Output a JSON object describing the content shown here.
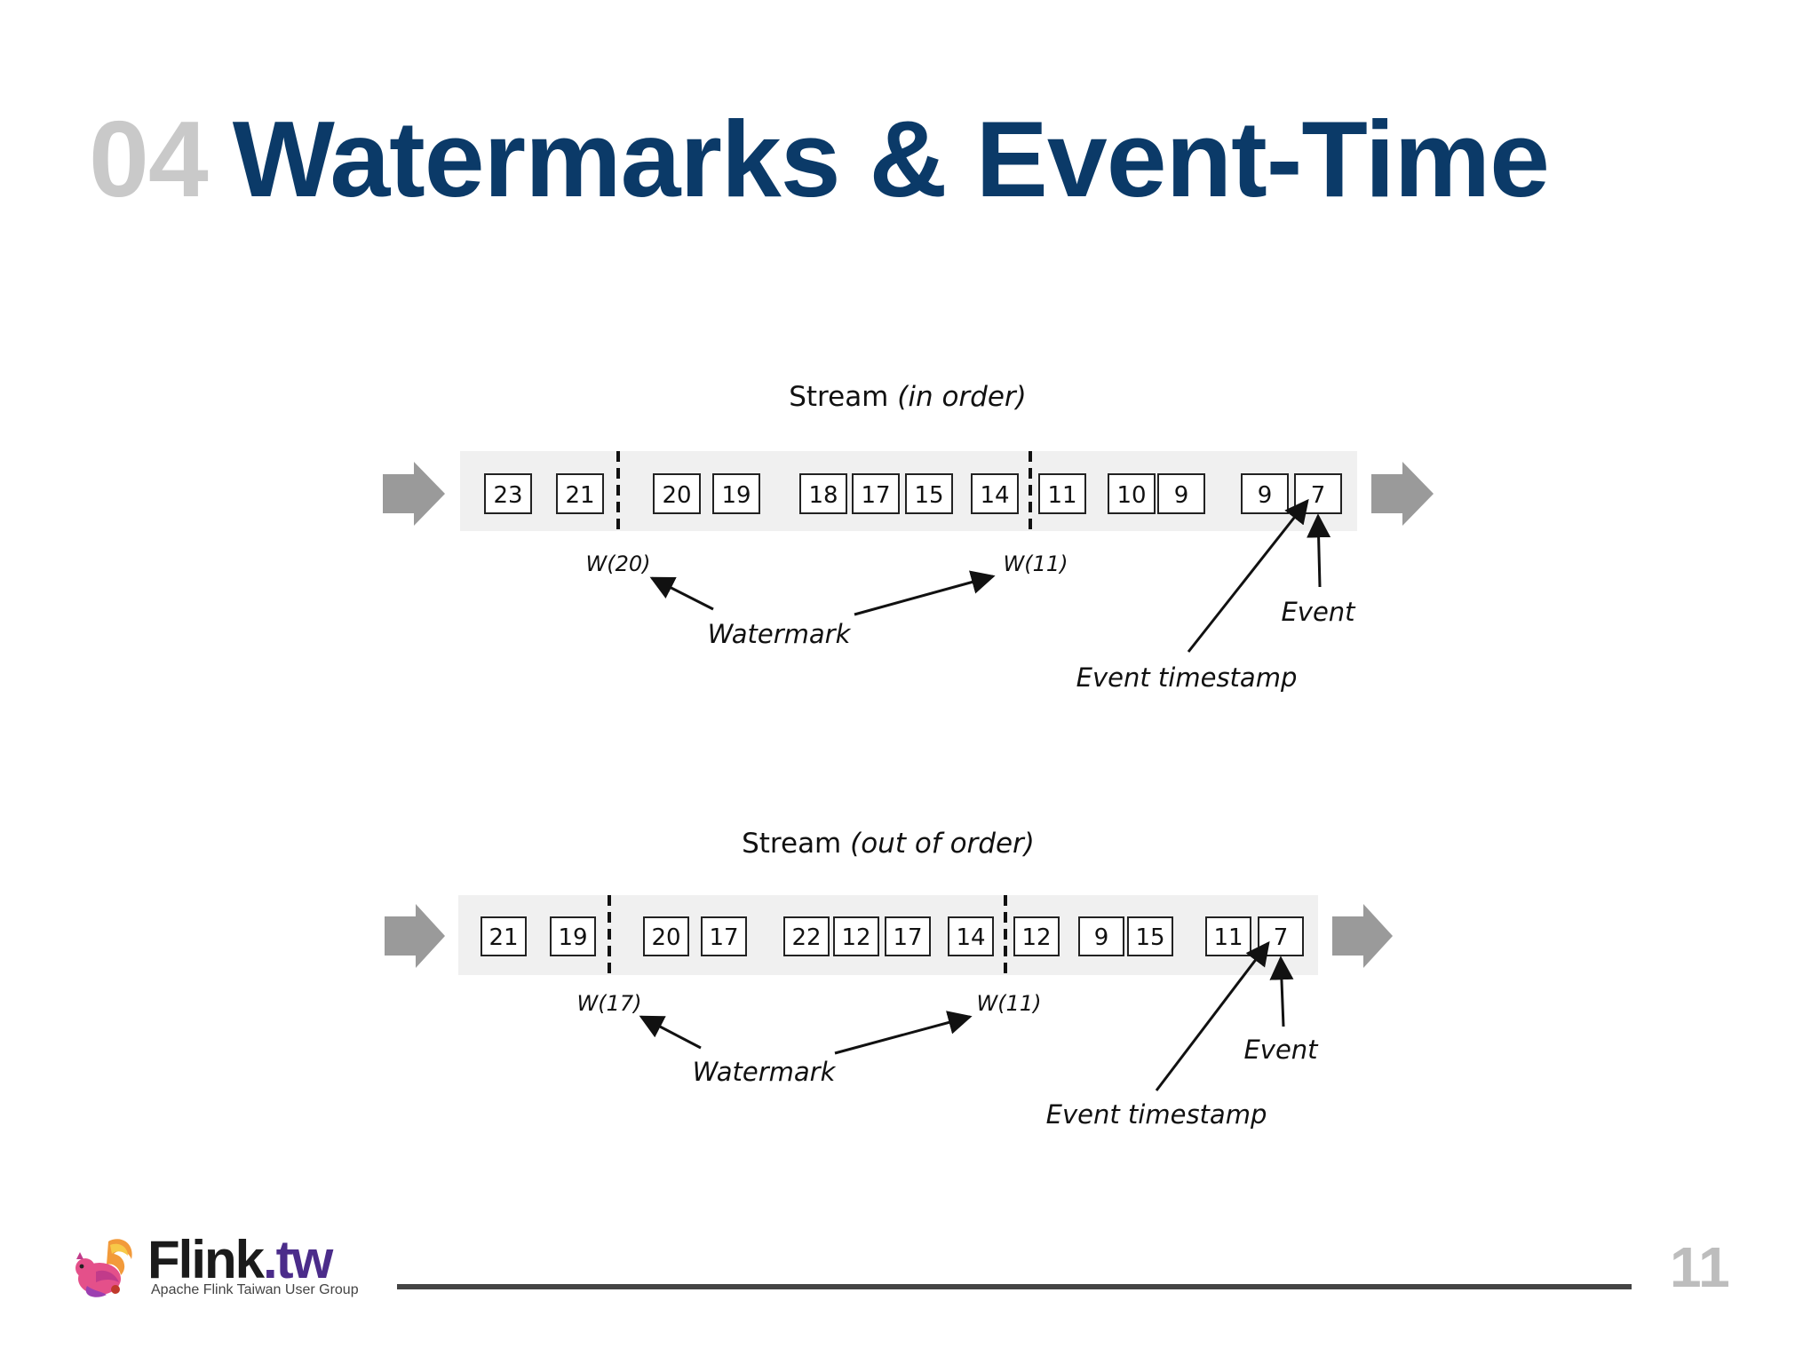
{
  "slide": {
    "number_prefix": "04",
    "title": "Watermarks & Event-Time",
    "page_number": "11"
  },
  "logo": {
    "brand": "Flink",
    "brand_suffix": ".tw",
    "subtitle": "Apache Flink Taiwan User Group"
  },
  "diagrams": [
    {
      "title_plain": "Stream ",
      "title_italic": "(in order)",
      "events": [
        "23",
        "21",
        "W(20)",
        "20",
        "19",
        "18",
        "17",
        "15",
        "14",
        "W(11)",
        "11",
        "10",
        "9",
        "9",
        "7"
      ],
      "watermark_label": "Watermark",
      "event_label": "Event",
      "timestamp_label": "Event timestamp"
    },
    {
      "title_plain": "Stream ",
      "title_italic": "(out of order)",
      "events": [
        "21",
        "19",
        "W(17)",
        "20",
        "17",
        "22",
        "12",
        "17",
        "14",
        "W(11)",
        "12",
        "9",
        "15",
        "11",
        "7"
      ],
      "watermark_label": "Watermark",
      "event_label": "Event",
      "timestamp_label": "Event timestamp"
    }
  ],
  "colors": {
    "title_main": "#0b3a68",
    "title_number": "#c9c9c9",
    "stream_band": "#f0f0f0",
    "flow_arrow": "#9a9a9a",
    "footer_line": "#444444",
    "page_number": "#bdbdbd"
  }
}
